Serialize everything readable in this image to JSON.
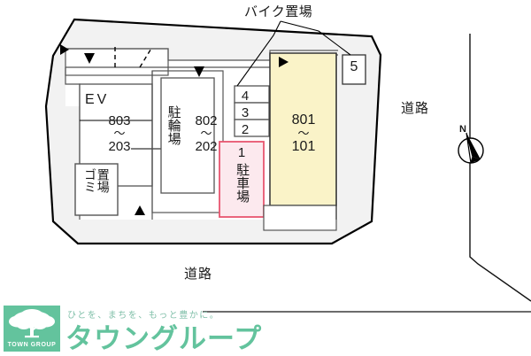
{
  "document": {
    "type": "site-plan",
    "language": "ja"
  },
  "annotations": {
    "bike_parking_label": "バイク置場",
    "road_right_label": "道路",
    "road_bottom_label": "道路",
    "compass_label": "N"
  },
  "facilities": {
    "elevator": {
      "label": "EV",
      "units_top": "803",
      "units_tilde": "〜",
      "units_bottom": "203"
    },
    "bicycle_parking": {
      "label": "駐輪場",
      "units_top": "802",
      "units_tilde": "〜",
      "units_bottom": "202"
    },
    "building": {
      "units_top": "801",
      "units_tilde": "〜",
      "units_bottom": "101",
      "fill_color": "#faf3c8"
    },
    "garbage_area": {
      "label_col1": "ゴミ",
      "label_col2": "置場"
    },
    "car_parking": {
      "number": "1",
      "label": "駐車場",
      "fill_color": "#fce9ee",
      "border_color": "#e8556f"
    }
  },
  "bike_stalls": [
    {
      "number": "4"
    },
    {
      "number": "3"
    },
    {
      "number": "2"
    }
  ],
  "bike_stall_outer": {
    "number": "5"
  },
  "markers": [
    {
      "name": "entry-arrow-left",
      "glyph": "▶"
    },
    {
      "name": "entry-arrow-down-west",
      "glyph": "▼"
    },
    {
      "name": "entry-arrow-down-center",
      "glyph": "▼"
    },
    {
      "name": "entry-arrow-right-east",
      "glyph": "▶"
    },
    {
      "name": "entry-arrow-up-south",
      "glyph": "▲"
    }
  ],
  "footer": {
    "logo_mark_text": "TOWN GROUP",
    "tagline": "ひとを、まちを、もっと豊かに。",
    "brand_name": "タウングループ",
    "brand_color": "#63c39d"
  }
}
